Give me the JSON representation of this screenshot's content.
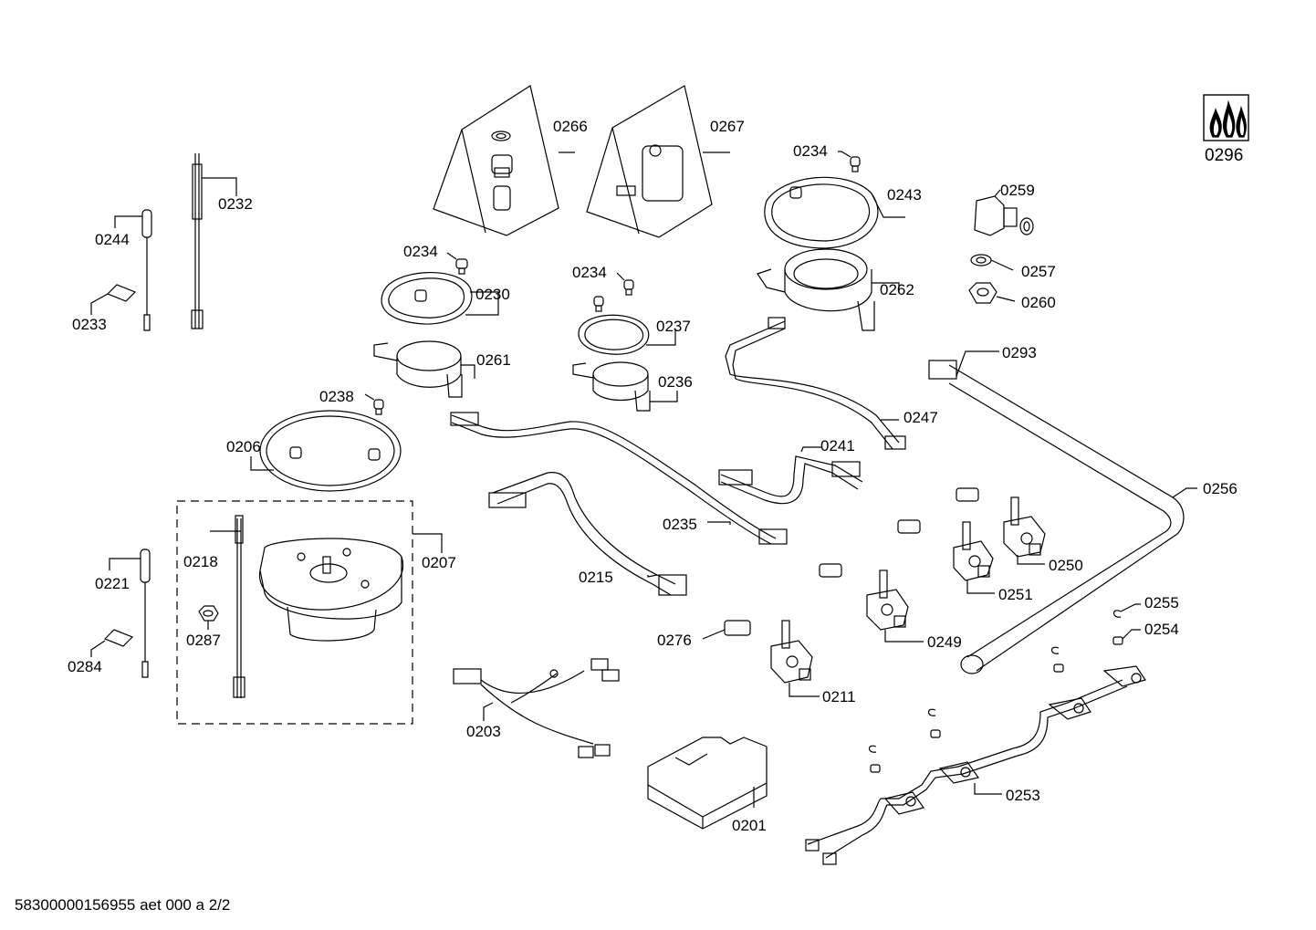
{
  "parts": {
    "p0266": "0266",
    "p0267": "0267",
    "p0234a": "0234",
    "p0243": "0243",
    "p0259": "0259",
    "p0296": "0296",
    "p0232": "0232",
    "p0244": "0244",
    "p0233": "0233",
    "p0234b": "0234",
    "p0230": "0230",
    "p0234c": "0234",
    "p0237": "0237",
    "p0262": "0262",
    "p0257": "0257",
    "p0260": "0260",
    "p0261": "0261",
    "p0236": "0236",
    "p0293": "0293",
    "p0238": "0238",
    "p0247": "0247",
    "p0206": "0206",
    "p0241": "0241",
    "p0256": "0256",
    "p0218": "0218",
    "p0207": "0207",
    "p0235": "0235",
    "p0221": "0221",
    "p0250": "0250",
    "p0215": "0215",
    "p0251": "0251",
    "p0255": "0255",
    "p0287": "0287",
    "p0254": "0254",
    "p0276": "0276",
    "p0249": "0249",
    "p0284": "0284",
    "p0211": "0211",
    "p0203": "0203",
    "p0253": "0253",
    "p0201": "0201"
  },
  "footer": "58300000156955 aet 000 a 2/2",
  "icons": {
    "gas_symbol": "flame-icon"
  }
}
